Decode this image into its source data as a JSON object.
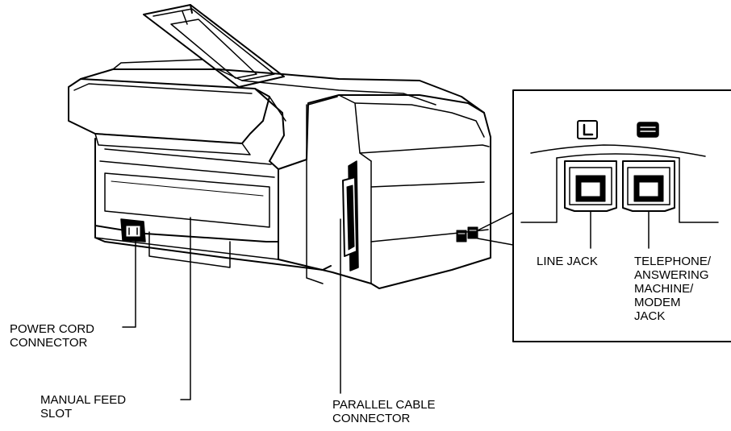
{
  "labels": {
    "power_cord_connector": [
      "POWER CORD",
      "CONNECTOR"
    ],
    "manual_feed_slot": [
      "MANUAL FEED",
      "SLOT"
    ],
    "parallel_cable_connector": [
      "PARALLEL CABLE",
      "CONNECTOR"
    ],
    "line_jack": [
      "LINE JACK"
    ],
    "telephone_jack": [
      "TELEPHONE/",
      "ANSWERING",
      "MACHINE/",
      "MODEM",
      "JACK"
    ]
  },
  "port_icons": {
    "line_port_icon": "line-jack-l-icon",
    "telephone_port_icon": "telephone-handset-icon"
  },
  "colors": {
    "ink": "#000000",
    "background": "#ffffff"
  }
}
